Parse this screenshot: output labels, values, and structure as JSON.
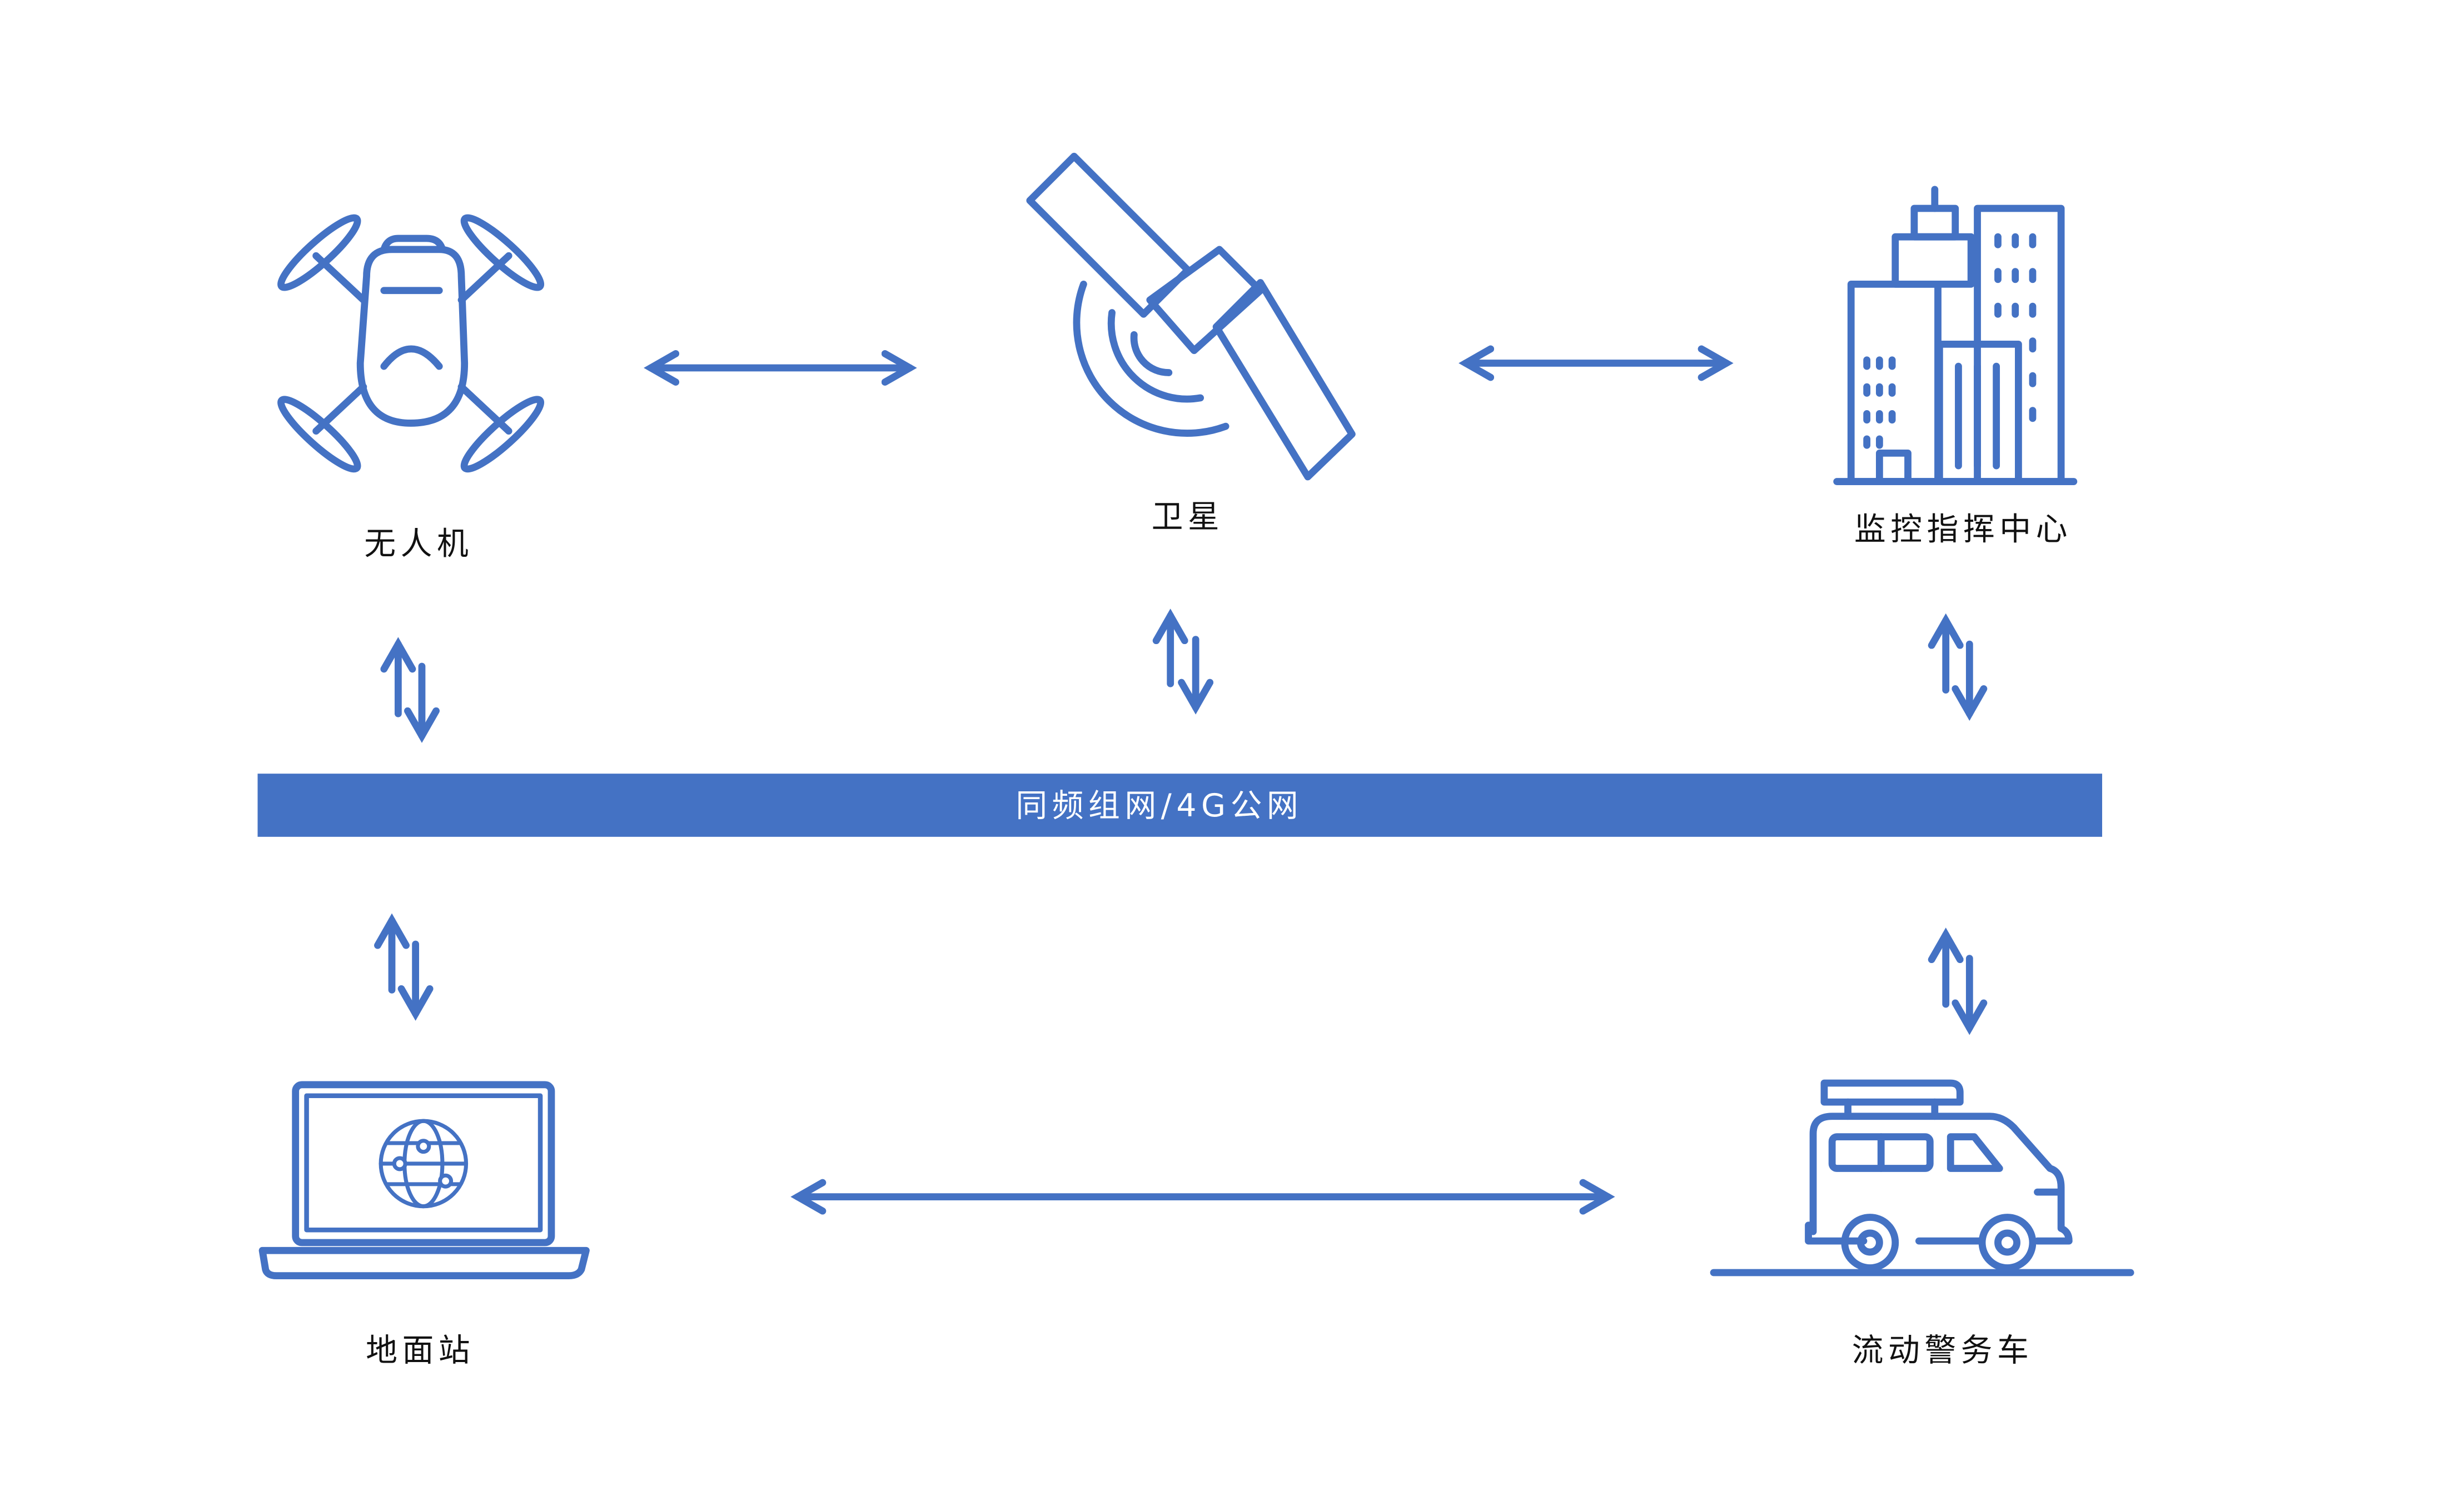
{
  "colors": {
    "accent": "#4472C4",
    "text": "#111111",
    "background": "#ffffff"
  },
  "nodes": {
    "drone": {
      "label": "无人机",
      "icon": "drone-icon"
    },
    "satellite": {
      "label": "卫星",
      "icon": "satellite-icon"
    },
    "command_center": {
      "label": "监控指挥中心",
      "icon": "buildings-icon"
    },
    "ground_station": {
      "label": "地面站",
      "icon": "laptop-globe-icon"
    },
    "police_vehicle": {
      "label": "流动警务车",
      "icon": "van-icon"
    }
  },
  "network_bar": {
    "label": "同频组网/4G公网"
  }
}
